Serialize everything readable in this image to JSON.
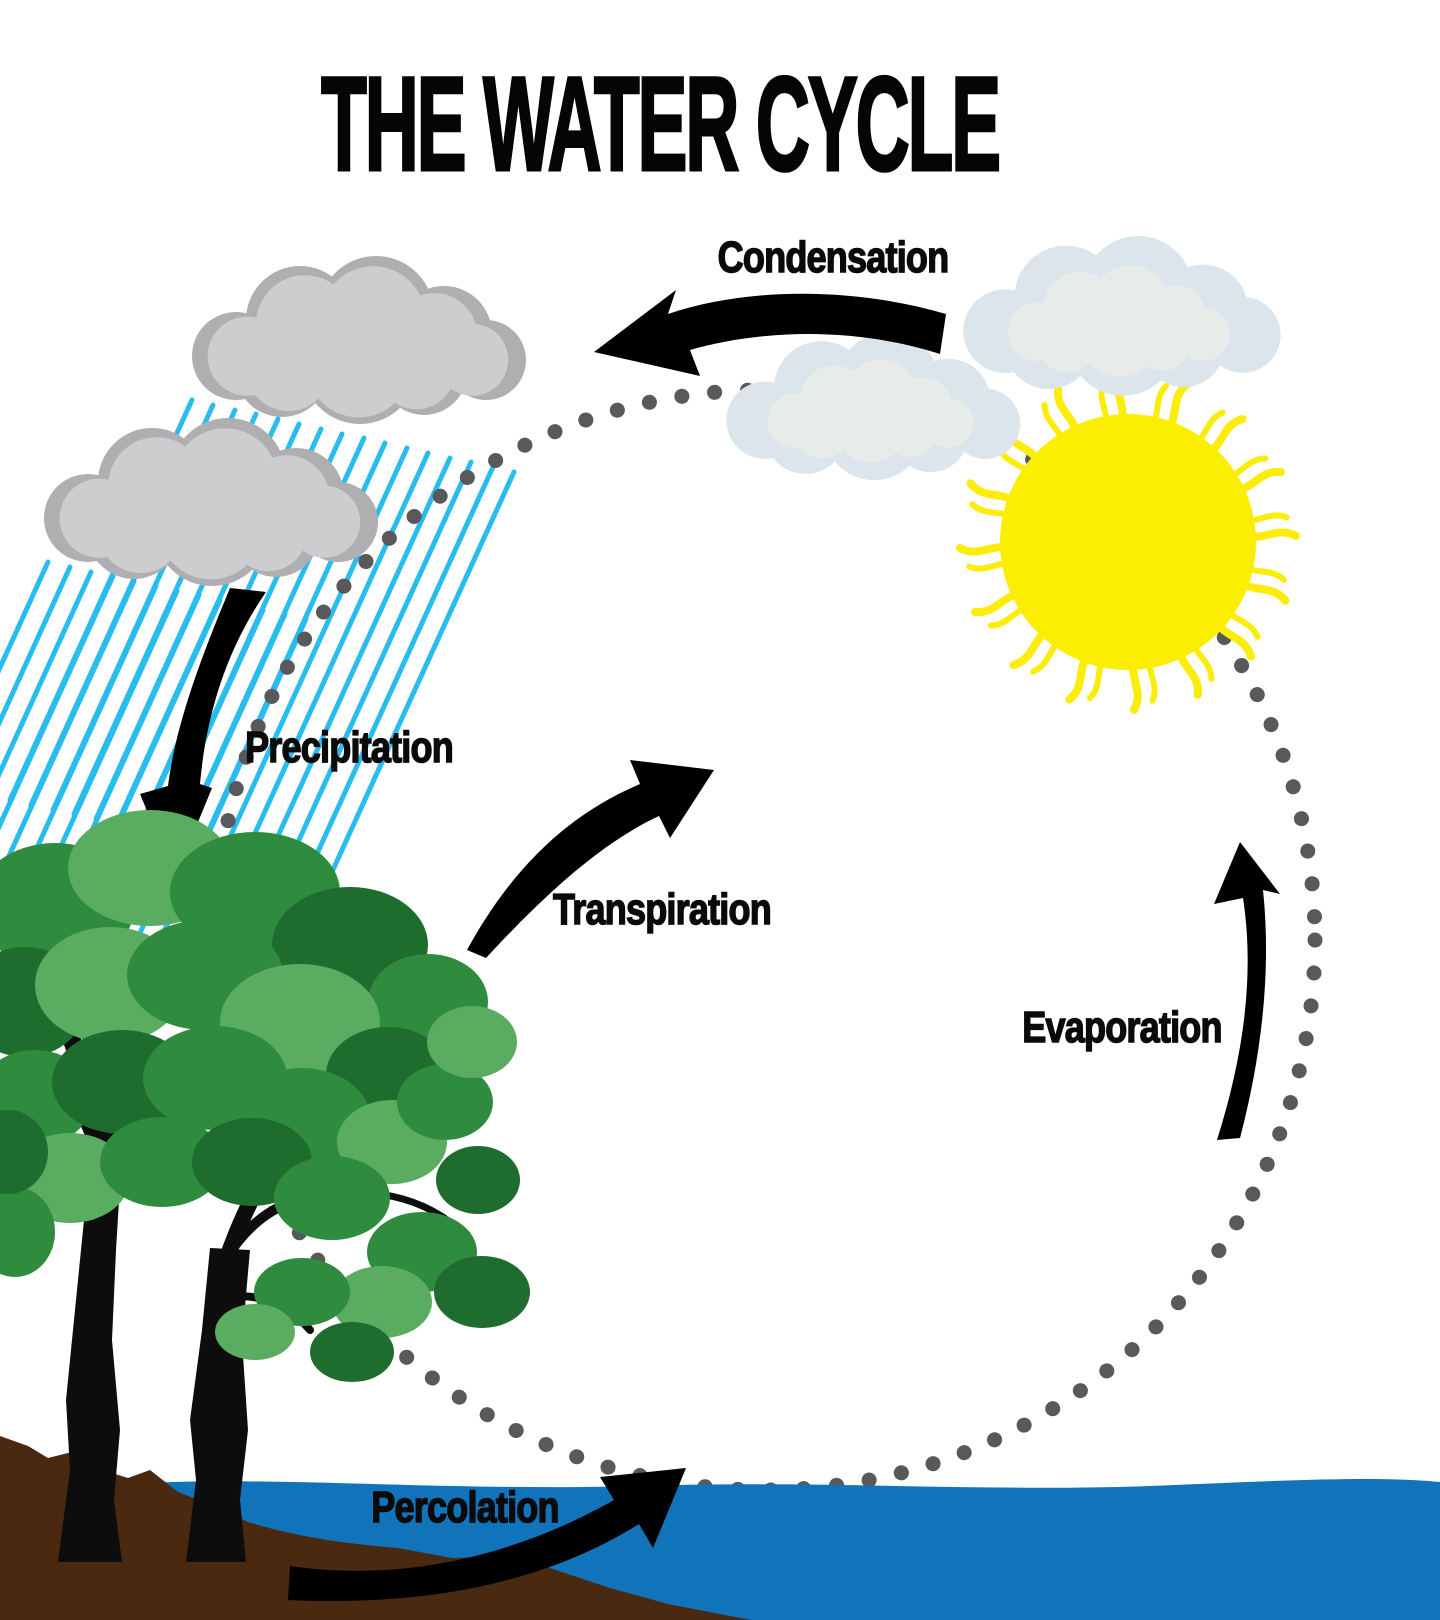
{
  "diagram": {
    "title": "THE WATER CYCLE",
    "type": "cycle-diagram",
    "stages": [
      {
        "id": "condensation",
        "label": "Condensation"
      },
      {
        "id": "precipitation",
        "label": "Precipitation"
      },
      {
        "id": "transpiration",
        "label": "Transpiration"
      },
      {
        "id": "evaporation",
        "label": "Evaporation"
      },
      {
        "id": "percolation",
        "label": "Percolation"
      }
    ],
    "icons": [
      "rain-cloud-icon",
      "rain-streaks-icon",
      "cloud-icon",
      "sun-icon",
      "tree-icon",
      "water-icon",
      "soil-icon",
      "dotted-cycle-path",
      "arrow-icon"
    ]
  },
  "colors": {
    "background": "#ffffff",
    "arrow": "#000000",
    "text": "#0a0a0a",
    "rain": "#29BCEE",
    "dotted_circle": "#59595B",
    "gray_cloud_border": "#AFAEB1",
    "gray_cloud_fill": "#CDCCCE",
    "light_cloud_fill": "#DBE5EB",
    "light_cloud_inner": "#E7ECEB",
    "sun": "#FCEE00",
    "water": "#1173BA",
    "soil": "#4A2911",
    "foliage_dark": "#1E6C2E",
    "foliage_mid": "#2F8C3F",
    "foliage_light": "#5AAC60",
    "trunk": "#0d0d0d"
  }
}
